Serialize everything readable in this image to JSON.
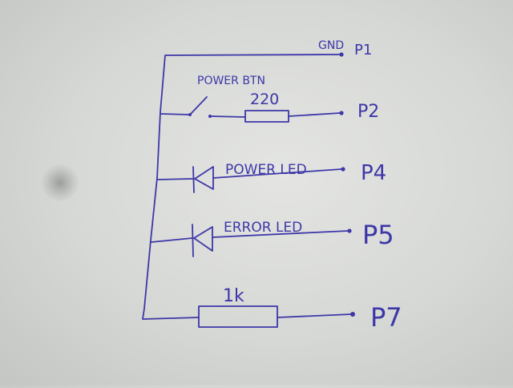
{
  "ink_color": "#3d37a8",
  "paper_color": "#dcdedb",
  "labels": {
    "gnd": "GND",
    "power_btn": "POWER BTN",
    "resistor_220": "220",
    "power_led": "POWER LED",
    "error_led": "ERROR LED",
    "resistor_1k": "1k"
  },
  "pins": {
    "p1": "P1",
    "p2": "P2",
    "p4": "P4",
    "p5": "P5",
    "p7": "P7"
  }
}
